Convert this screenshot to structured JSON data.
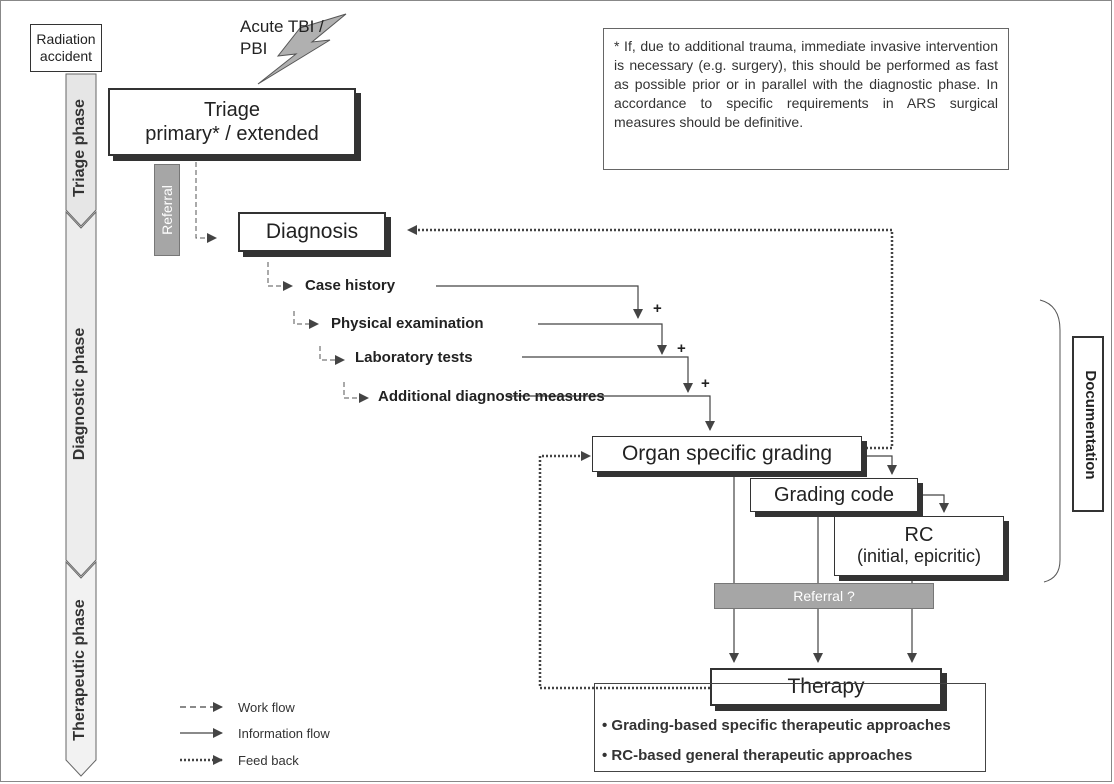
{
  "radiation_accident": "Radiation accident",
  "acute": "Acute TBI / PBI",
  "triage": {
    "line1": "Triage",
    "line2": "primary* / extended"
  },
  "referral_vertical": "Referral",
  "diagnosis": "Diagnosis",
  "steps": {
    "case_history": "Case history",
    "physical": "Physical examination",
    "lab": "Laboratory tests",
    "additional": "Additional diagnostic measures"
  },
  "plus": "+",
  "organ_grading": "Organ specific grading",
  "grading_code": "Grading code",
  "rc": {
    "line1": "RC",
    "line2": "(initial, epicritic)"
  },
  "referral_q": "Referral ?",
  "therapy": "Therapy",
  "approaches": {
    "a1": "• Grading-based specific therapeutic approaches",
    "a2": "• RC-based general therapeutic approaches"
  },
  "documentation": "Documentation",
  "phases": {
    "triage": "Triage phase",
    "diagnostic": "Diagnostic phase",
    "therapeutic": "Therapeutic phase"
  },
  "note": "* If, due to additional trauma, immediate invasive intervention is necessary (e.g. surgery), this should be performed as fast as possible prior or in parallel with the diagnostic phase. In accordance to specific requirements in ARS surgical measures should be definitive.",
  "legend": {
    "work_flow": "Work flow",
    "information_flow": "Information flow",
    "feed_back": "Feed back"
  }
}
